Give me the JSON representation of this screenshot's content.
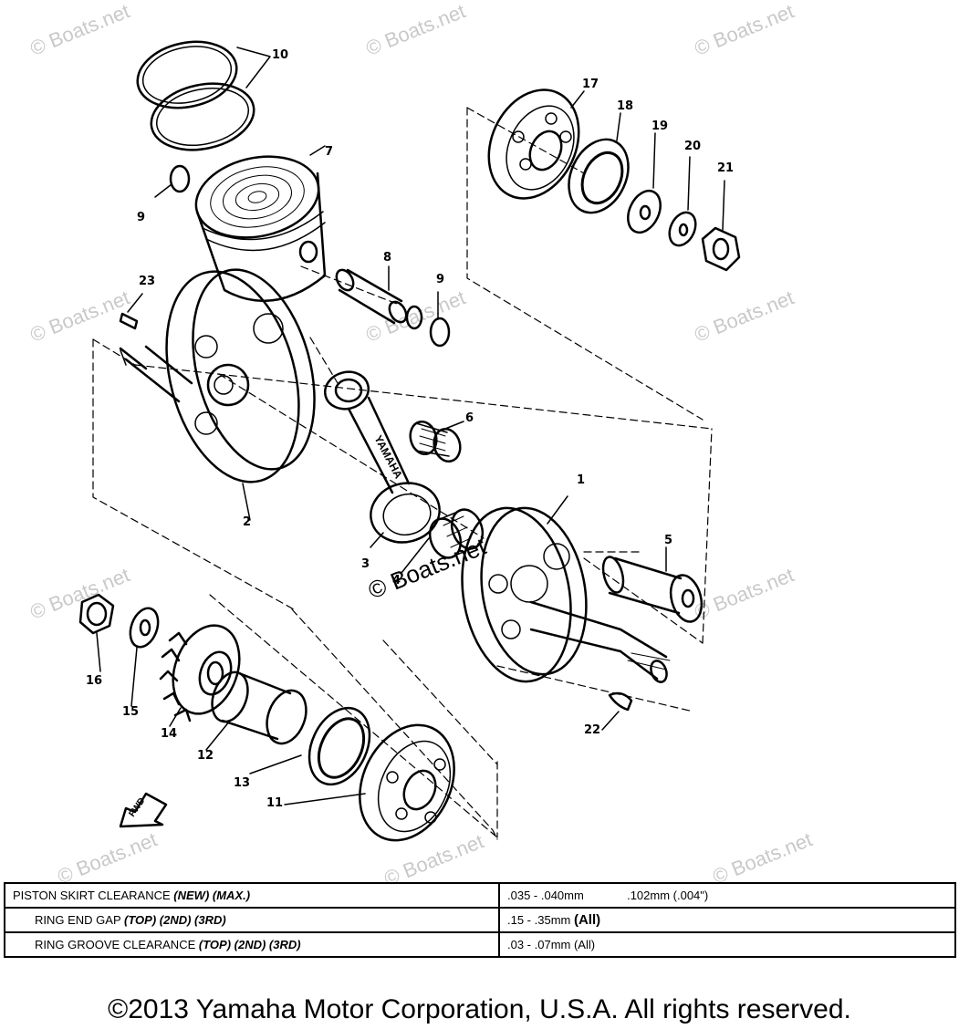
{
  "watermarks": [
    "© Boats.net",
    "© Boats.net",
    "© Boats.net",
    "© Boats.net",
    "© Boats.net",
    "© Boats.net",
    "© Boats.net",
    "© Boats.net",
    "© Boats.net",
    "© Boats.net",
    "© Boats.net"
  ],
  "center_watermark": "© Boats.net",
  "fwd_label": "FWD",
  "rod_label": "YAMAHA",
  "callouts": [
    {
      "num": "1"
    },
    {
      "num": "2"
    },
    {
      "num": "3"
    },
    {
      "num": "4"
    },
    {
      "num": "5"
    },
    {
      "num": "6"
    },
    {
      "num": "7"
    },
    {
      "num": "8"
    },
    {
      "num": "9"
    },
    {
      "num": "9"
    },
    {
      "num": "10"
    },
    {
      "num": "11"
    },
    {
      "num": "12"
    },
    {
      "num": "13"
    },
    {
      "num": "14"
    },
    {
      "num": "15"
    },
    {
      "num": "16"
    },
    {
      "num": "17"
    },
    {
      "num": "18"
    },
    {
      "num": "19"
    },
    {
      "num": "20"
    },
    {
      "num": "21"
    },
    {
      "num": "22"
    },
    {
      "num": "23"
    }
  ],
  "specs": [
    {
      "label": "PISTON SKIRT CLEARANCE",
      "qualifier": "(NEW) (MAX.)",
      "value": ".035 - .040mm",
      "value2": ".102mm (.004\")"
    },
    {
      "label": "RING END GAP",
      "qualifier": "(TOP) (2ND) (3RD)",
      "value": ".15 - .35mm",
      "value2": "(All)"
    },
    {
      "label": "RING GROOVE CLEARANCE",
      "qualifier": "(TOP) (2ND) (3RD)",
      "value": ".03 - .07mm (All)",
      "value2": ""
    }
  ],
  "footer": "©2013 Yamaha Motor Corporation, U.S.A. All rights reserved."
}
